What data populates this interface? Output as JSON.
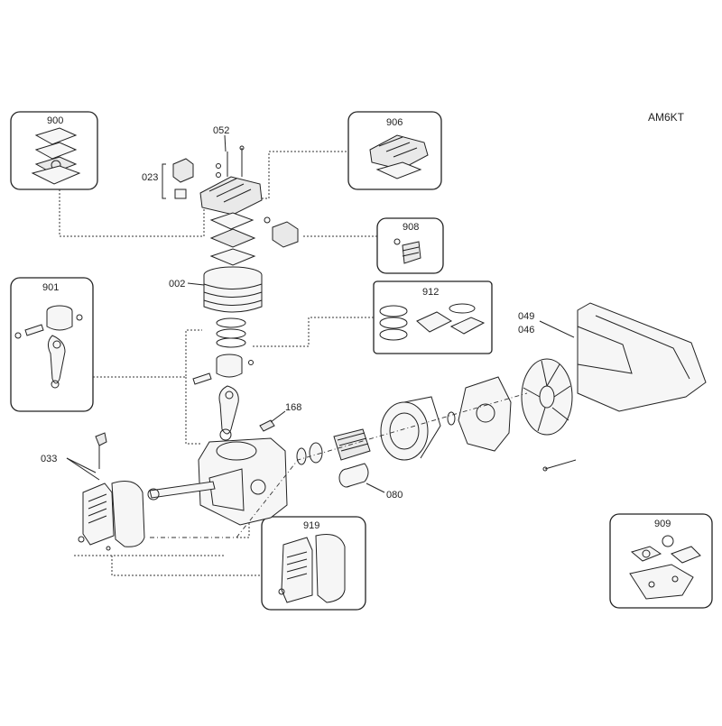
{
  "diagram": {
    "model_code": "AM6KT",
    "kits": {
      "k900": "900",
      "k901": "901",
      "k906": "906",
      "k908": "908",
      "k909": "909",
      "k912": "912",
      "k919": "919"
    },
    "parts": {
      "p002": "002",
      "p023": "023",
      "p033": "033",
      "p046": "046",
      "p049": "049",
      "p052": "052",
      "p080": "080",
      "p168": "168"
    }
  }
}
